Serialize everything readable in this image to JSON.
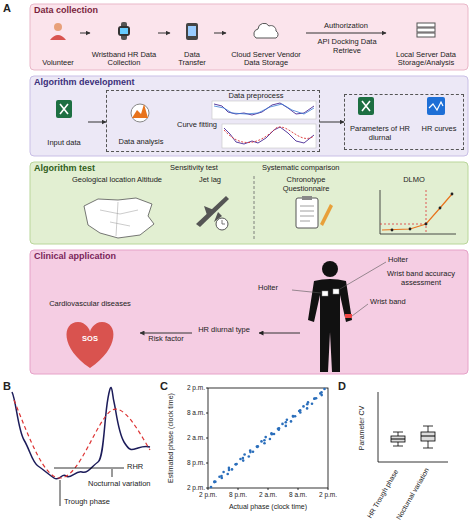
{
  "diagram": {
    "nodes": [
      {
        "text": [
          "Data collection"
        ]
      },
      {
        "text": [
          "Volunteer"
        ],
        "in": 0
      },
      {
        "text": [
          "Wristband HR Data Collection"
        ],
        "in": 0
      },
      {
        "text": [
          "Data Transfer"
        ],
        "in": 0
      },
      {
        "text": [
          "Cloud Server Vendor Data Storage"
        ],
        "in": 0
      },
      {
        "text": [
          "Local Server Data Storage/Analysis"
        ],
        "in": 0
      },
      {
        "text": [
          "Algorithm development"
        ]
      },
      {
        "text": [
          "Input data"
        ],
        "in": 6
      },
      {
        "text": [
          "Data preprocess",
          "Curve fitting"
        ],
        "in": 6
      },
      {
        "text": [
          "Data analysis"
        ],
        "in": 8
      },
      {
        "text": [
          "Parameters of HR diurnal",
          "HR curves"
        ],
        "in": 6
      },
      {
        "text": [
          "Algorithm test"
        ]
      },
      {
        "text": [
          "Geological location Altitude"
        ],
        "in": 11
      },
      {
        "text": [
          "Jet lag"
        ],
        "in": 11
      },
      {
        "text": [
          "Chronotype Questionnaire"
        ],
        "in": 11
      },
      {
        "text": [
          "DLMO"
        ],
        "in": 11
      },
      {
        "text": [
          "Clinical application"
        ]
      },
      {
        "text": [
          "Cardiovascular diseases"
        ],
        "in": 16
      },
      {
        "text": [
          "HR diurnal type"
        ],
        "in": 16
      },
      {
        "text": [
          "Wrist band accuracy assessment"
        ],
        "in": 16
      }
    ],
    "edges": [
      {
        "from": 1,
        "to": 2,
        "arrow": "to"
      },
      {
        "from": 2,
        "to": 3,
        "arrow": "to"
      },
      {
        "from": 3,
        "to": 4,
        "arrow": "to"
      },
      {
        "from": 4,
        "to": 5,
        "label": "Authorization",
        "arrow": "to"
      },
      {
        "from": 7,
        "to": 8,
        "arrow": "to"
      },
      {
        "from": 8,
        "to": 10,
        "arrow": "to"
      },
      {
        "from": 18,
        "to": 17,
        "label": "Risk factor",
        "arrow": "to"
      }
    ],
    "labels": [
      "A",
      "API Docking Data Retrieve",
      "Sensitivity test",
      "Systematic comparison",
      "Holter",
      "Holter",
      "Wrist band",
      "B",
      "RHR",
      "Nocturnal variation",
      "Trough phase",
      "C",
      "Estimated phase (clock time)",
      "Actual phase (clock time)",
      "2 p.m.",
      "8 p.m.",
      "2 a.m.",
      "8 a.m.",
      "2 p.m.",
      "2 p.m.",
      "8 p.m.",
      "2 a.m.",
      "8 a.m.",
      "2 p.m.",
      "D",
      "Parameter CV",
      "HR Trough phase",
      "Nocturnal variation",
      "SOS"
    ]
  }
}
